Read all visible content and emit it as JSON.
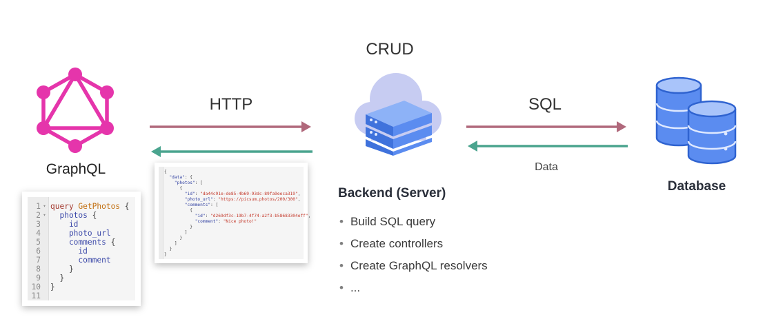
{
  "labels": {
    "crud": "CRUD",
    "http": "HTTP",
    "sql": "SQL",
    "data": "Data",
    "graphql": "GraphQL",
    "database": "Database",
    "backend": "Backend (Server)"
  },
  "backend_tasks": [
    "Build SQL query",
    "Create controllers",
    "Create GraphQL resolvers",
    "..."
  ],
  "query_code": {
    "line_numbers": [
      "1",
      "2",
      "3",
      "4",
      "5",
      "6",
      "7",
      "8",
      "9",
      "10",
      "11"
    ],
    "fold_markers": [
      "▾",
      "▾",
      "",
      "",
      "",
      "",
      "",
      "",
      "",
      "",
      ""
    ],
    "lines": [
      {
        "kw": "query",
        "fn": " GetPhotos",
        "pn": " {"
      },
      {
        "fld": "  photos",
        "pn": " {"
      },
      {
        "fld": "    id"
      },
      {
        "fld": "    photo_url"
      },
      {
        "fld": "    comments",
        "pn": " {"
      },
      {
        "fld": "      id"
      },
      {
        "fld": "      comment"
      },
      {
        "pn": "    }"
      },
      {
        "pn": "  }"
      },
      {
        "pn": "}"
      },
      {}
    ]
  },
  "response_code": {
    "lines": [
      {
        "pn": "{"
      },
      {
        "jk": "  \"data\"",
        "pn": ": {"
      },
      {
        "jk": "    \"photos\"",
        "pn": ": ["
      },
      {
        "pn": "      {"
      },
      {
        "jk": "        \"id\"",
        "pn": ": ",
        "js": "\"da44c91e-de85-4b69-93dc-89fa9eeca319\"",
        "pe": ","
      },
      {
        "jk": "        \"photo_url\"",
        "pn": ": ",
        "js": "\"https://picsum.photos/200/300\"",
        "pe": ","
      },
      {
        "jk": "        \"comments\"",
        "pn": ": ["
      },
      {
        "pn": "          {"
      },
      {
        "jk": "            \"id\"",
        "pn": ": ",
        "js": "\"d269df3c-19b7-4f74-a2f3-b58683304eff\"",
        "pe": ","
      },
      {
        "jk": "            \"comment\"",
        "pn": ": ",
        "js": "\"Nice photo!\""
      },
      {
        "pn": "          }"
      },
      {
        "pn": "        ]"
      },
      {
        "pn": "      }"
      },
      {
        "pn": "    ]"
      },
      {
        "pn": "  }"
      },
      {
        "pn": "}"
      }
    ]
  },
  "colors": {
    "graphql_pink": "#e535ab",
    "request_arrow": "#b0687b",
    "response_arrow": "#4aa48e",
    "db_blue": "#5b8cf0",
    "server_blue": "#4f84e8",
    "cloud_lavender": "#c7ccf2"
  },
  "icons": {
    "graphql": "graphql-logo-icon",
    "server": "cloud-server-icon",
    "database": "database-icon"
  }
}
